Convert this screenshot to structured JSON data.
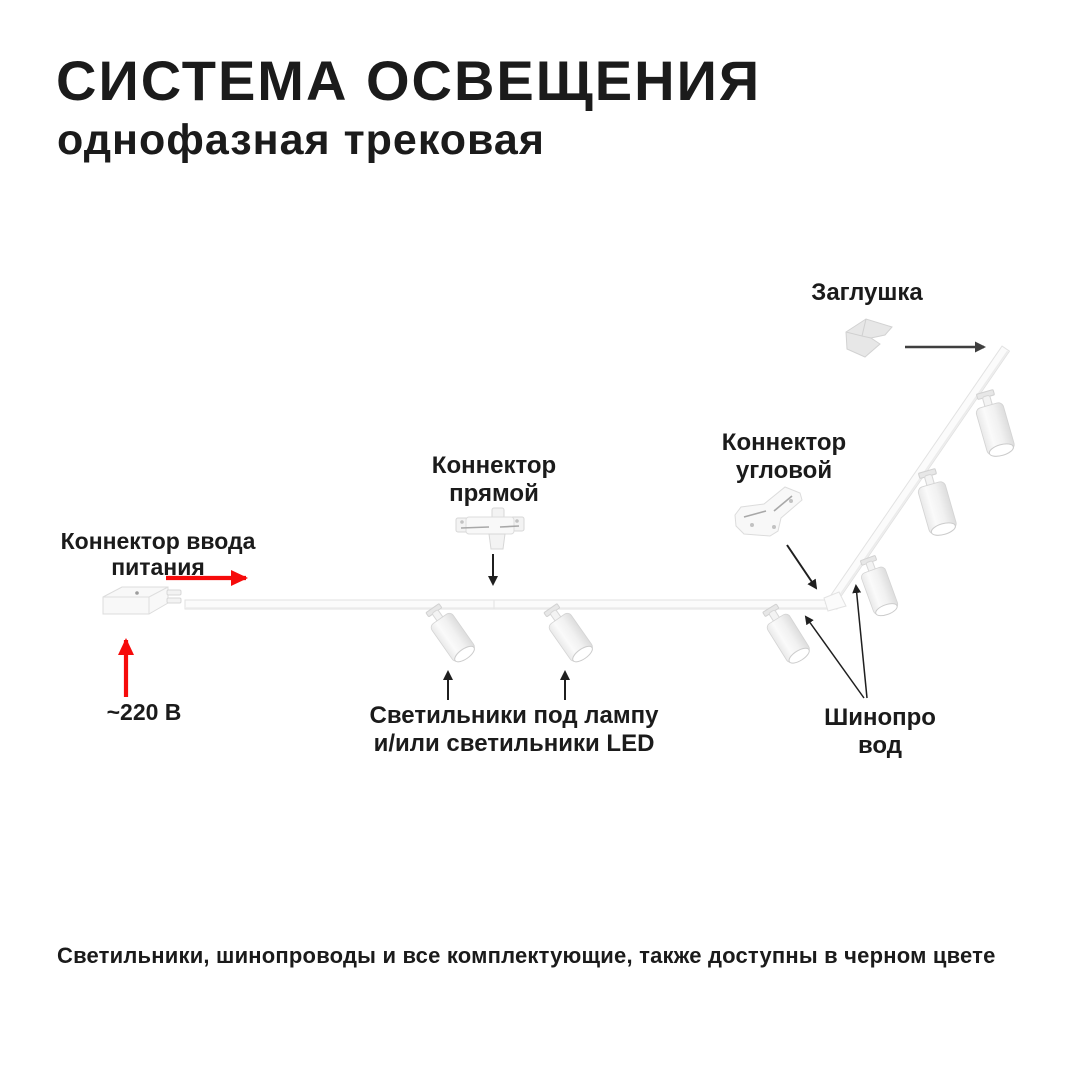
{
  "header": {
    "title": "СИСТЕМА ОСВЕЩЕНИЯ",
    "subtitle": "однофазная трековая"
  },
  "annotations": {
    "end_cap": {
      "label": "Заглушка"
    },
    "straight_connector": {
      "lines": [
        "Коннектор",
        "прямой"
      ]
    },
    "corner_connector": {
      "lines": [
        "Коннектор",
        "угловой"
      ]
    },
    "power_connector": {
      "lines": [
        "Коннектор ввода",
        "питания"
      ]
    },
    "voltage": {
      "label": "~220 В"
    },
    "spotlights": {
      "lines": [
        "Светильники под лампу",
        "и/или светильники LED"
      ]
    },
    "busbar": {
      "lines": [
        "Шинопро",
        "вод"
      ]
    }
  },
  "footer": {
    "note": "Светильники, шинопроводы и все комплектующие, также доступны в черном цвете"
  },
  "icons": {
    "end_cap_part": "end-cap-part",
    "straight_connector_part": "straight-connector-part",
    "corner_connector_part": "corner-connector-part",
    "power_connector_part": "power-input-connector-part",
    "spotlight_part": "track-spotlight",
    "track_part": "track-busbar"
  },
  "colors": {
    "background": "#ffffff",
    "text": "#1b1b1b",
    "accent_red": "#f60b0b",
    "arrow_black": "#1f1f1f",
    "arrow_dark": "#3f3f3f",
    "track_fill": "#fbfbfb",
    "track_stroke": "#e2e2e2",
    "part_fill": "#f3f3f3",
    "part_stroke": "#d7d7d7"
  }
}
